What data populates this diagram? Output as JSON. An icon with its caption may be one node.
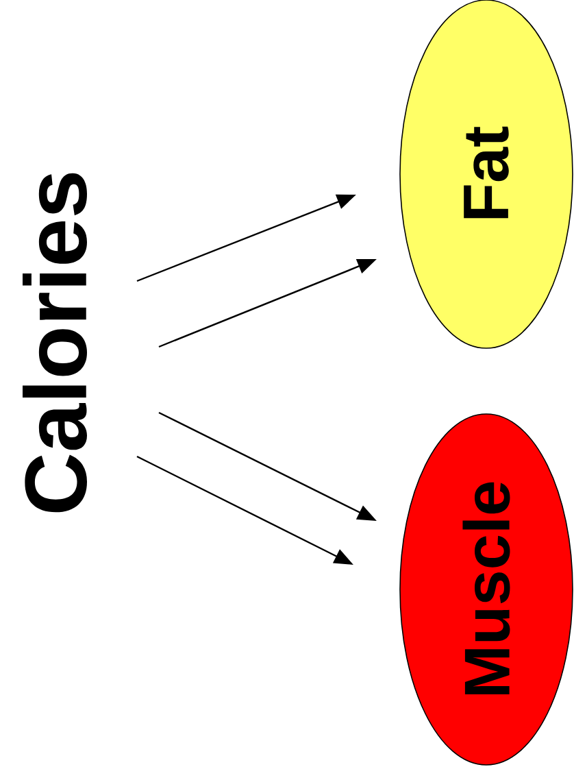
{
  "diagram": {
    "nodes": [
      {
        "text": [
          "Calories"
        ]
      },
      {
        "text": [
          "Fat"
        ]
      },
      {
        "text": [
          "Muscle"
        ]
      }
    ],
    "edges": [
      {
        "from": 0,
        "to": 1,
        "arrow": "to"
      },
      {
        "from": 0,
        "to": 1,
        "arrow": "to"
      },
      {
        "from": 0,
        "to": 2,
        "arrow": "to"
      },
      {
        "from": 0,
        "to": 2,
        "arrow": "to"
      }
    ]
  }
}
